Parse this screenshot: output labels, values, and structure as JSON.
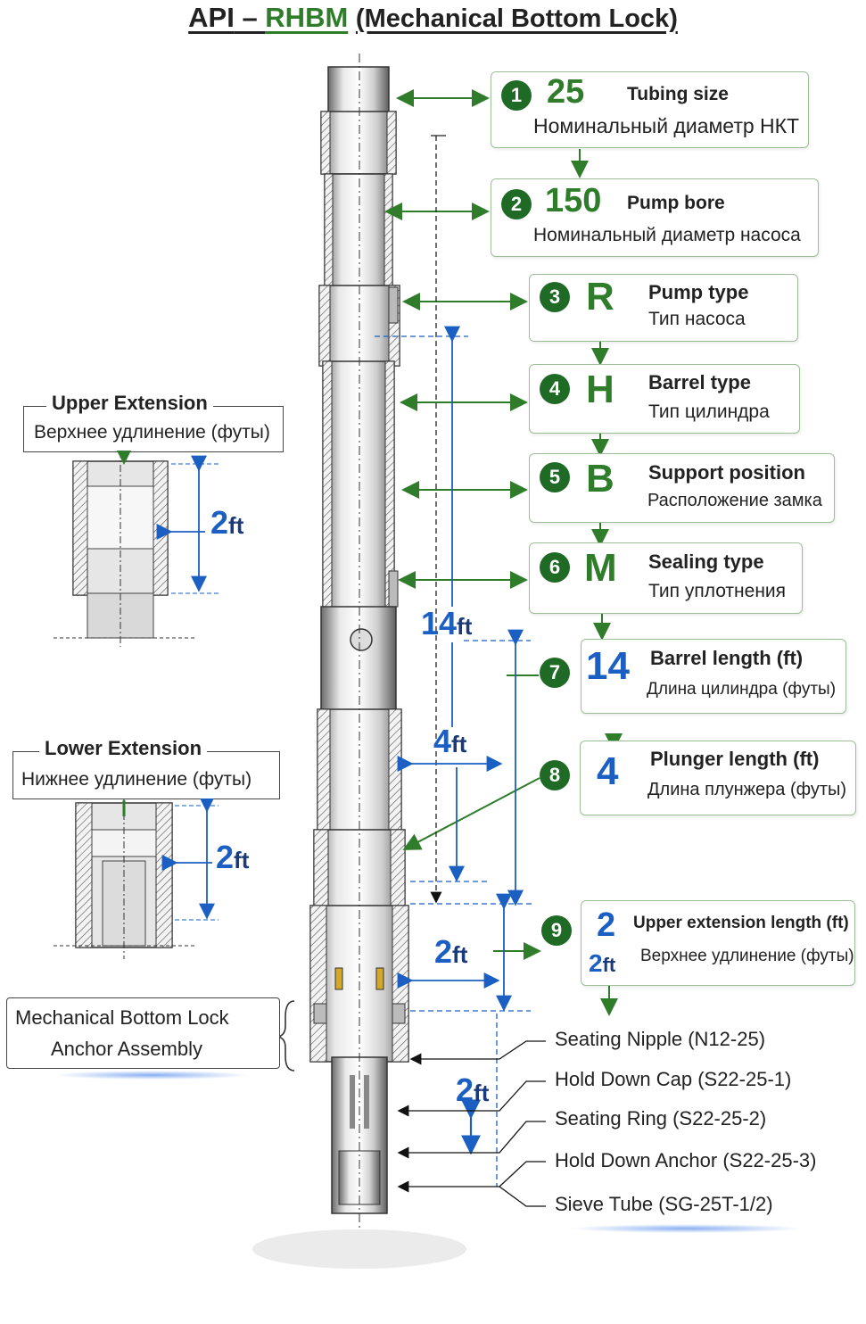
{
  "title": {
    "api": "API",
    "dash": " – ",
    "code": "RHBM",
    "subtitle": "(Mechanical Bottom Lock)"
  },
  "designation": [
    {
      "num": "1",
      "code": "25",
      "en": "Tubing size",
      "ru": "Номинальный диаметр НКТ"
    },
    {
      "num": "2",
      "code": "150",
      "en": "Pump bore",
      "ru": "Номинальный диаметр насоса"
    },
    {
      "num": "3",
      "code": "R",
      "en": "Pump type",
      "ru": "Тип насоса"
    },
    {
      "num": "4",
      "code": "H",
      "en": "Barrel type",
      "ru": "Тип цилиндра"
    },
    {
      "num": "5",
      "code": "B",
      "en": "Support position",
      "ru": "Расположение замка"
    },
    {
      "num": "6",
      "code": "M",
      "en": "Sealing type",
      "ru": "Тип уплотнения"
    },
    {
      "num": "7",
      "code": "14",
      "en": "Barrel length (ft)",
      "ru": "Длина цилиндра (футы)"
    },
    {
      "num": "8",
      "code": "4",
      "en": "Plunger length (ft)",
      "ru": "Длина плунжера (футы)"
    },
    {
      "num": "9",
      "code": "2",
      "code2": "2",
      "code2_unit": "ft",
      "en": "Upper extension length (ft)",
      "ru": "Верхнее удлинение (футы)"
    }
  ],
  "upper_extension": {
    "title": "Upper Extension",
    "ru": "Верхнее удлинение (футы)",
    "dim_value": "2",
    "dim_unit": "ft"
  },
  "lower_extension": {
    "title": "Lower Extension",
    "ru": "Нижнее удлинение (футы)",
    "dim_value": "2",
    "dim_unit": "ft"
  },
  "anchor": {
    "line1": "Mechanical Bottom Lock",
    "line2": "Anchor Assembly"
  },
  "dimensions": {
    "barrel": {
      "value": "14",
      "unit": "ft"
    },
    "plunger": {
      "value": "4",
      "unit": "ft"
    },
    "upper_ext": {
      "value": "2",
      "unit": "ft"
    },
    "lower": {
      "value": "2",
      "unit": "ft"
    }
  },
  "parts": [
    "Seating Nipple (N12-25)",
    "Hold Down Cap (S22-25-1)",
    "Seating Ring (S22-25-2)",
    "Hold Down Anchor (S22-25-3)",
    "Sieve Tube (SG-25T-1/2)"
  ],
  "colors": {
    "green": "#1f6b26",
    "green_text": "#2f7d2a",
    "blue": "#1b5fc2",
    "box_border": "#9bbf97"
  }
}
